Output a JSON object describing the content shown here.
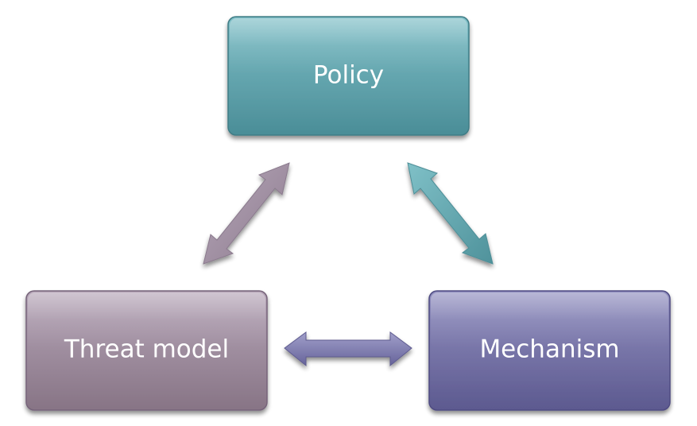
{
  "diagram": {
    "nodes": [
      {
        "id": "policy",
        "label": "Policy",
        "color_top": "#7cbcc4",
        "color_bottom": "#4b8f99"
      },
      {
        "id": "threat-model",
        "label": "Threat model",
        "color_top": "#b4a3b6",
        "color_bottom": "#8a7689"
      },
      {
        "id": "mechanism",
        "label": "Mechanism",
        "color_top": "#8f8dbd",
        "color_bottom": "#5f5c93"
      }
    ],
    "edges": [
      {
        "from": "threat-model",
        "to": "policy",
        "direction": "both",
        "color": "#a08fa4"
      },
      {
        "from": "policy",
        "to": "mechanism",
        "direction": "both",
        "color": "#5fa5ad"
      },
      {
        "from": "threat-model",
        "to": "mechanism",
        "direction": "both",
        "color": "#7b79a9"
      }
    ]
  }
}
